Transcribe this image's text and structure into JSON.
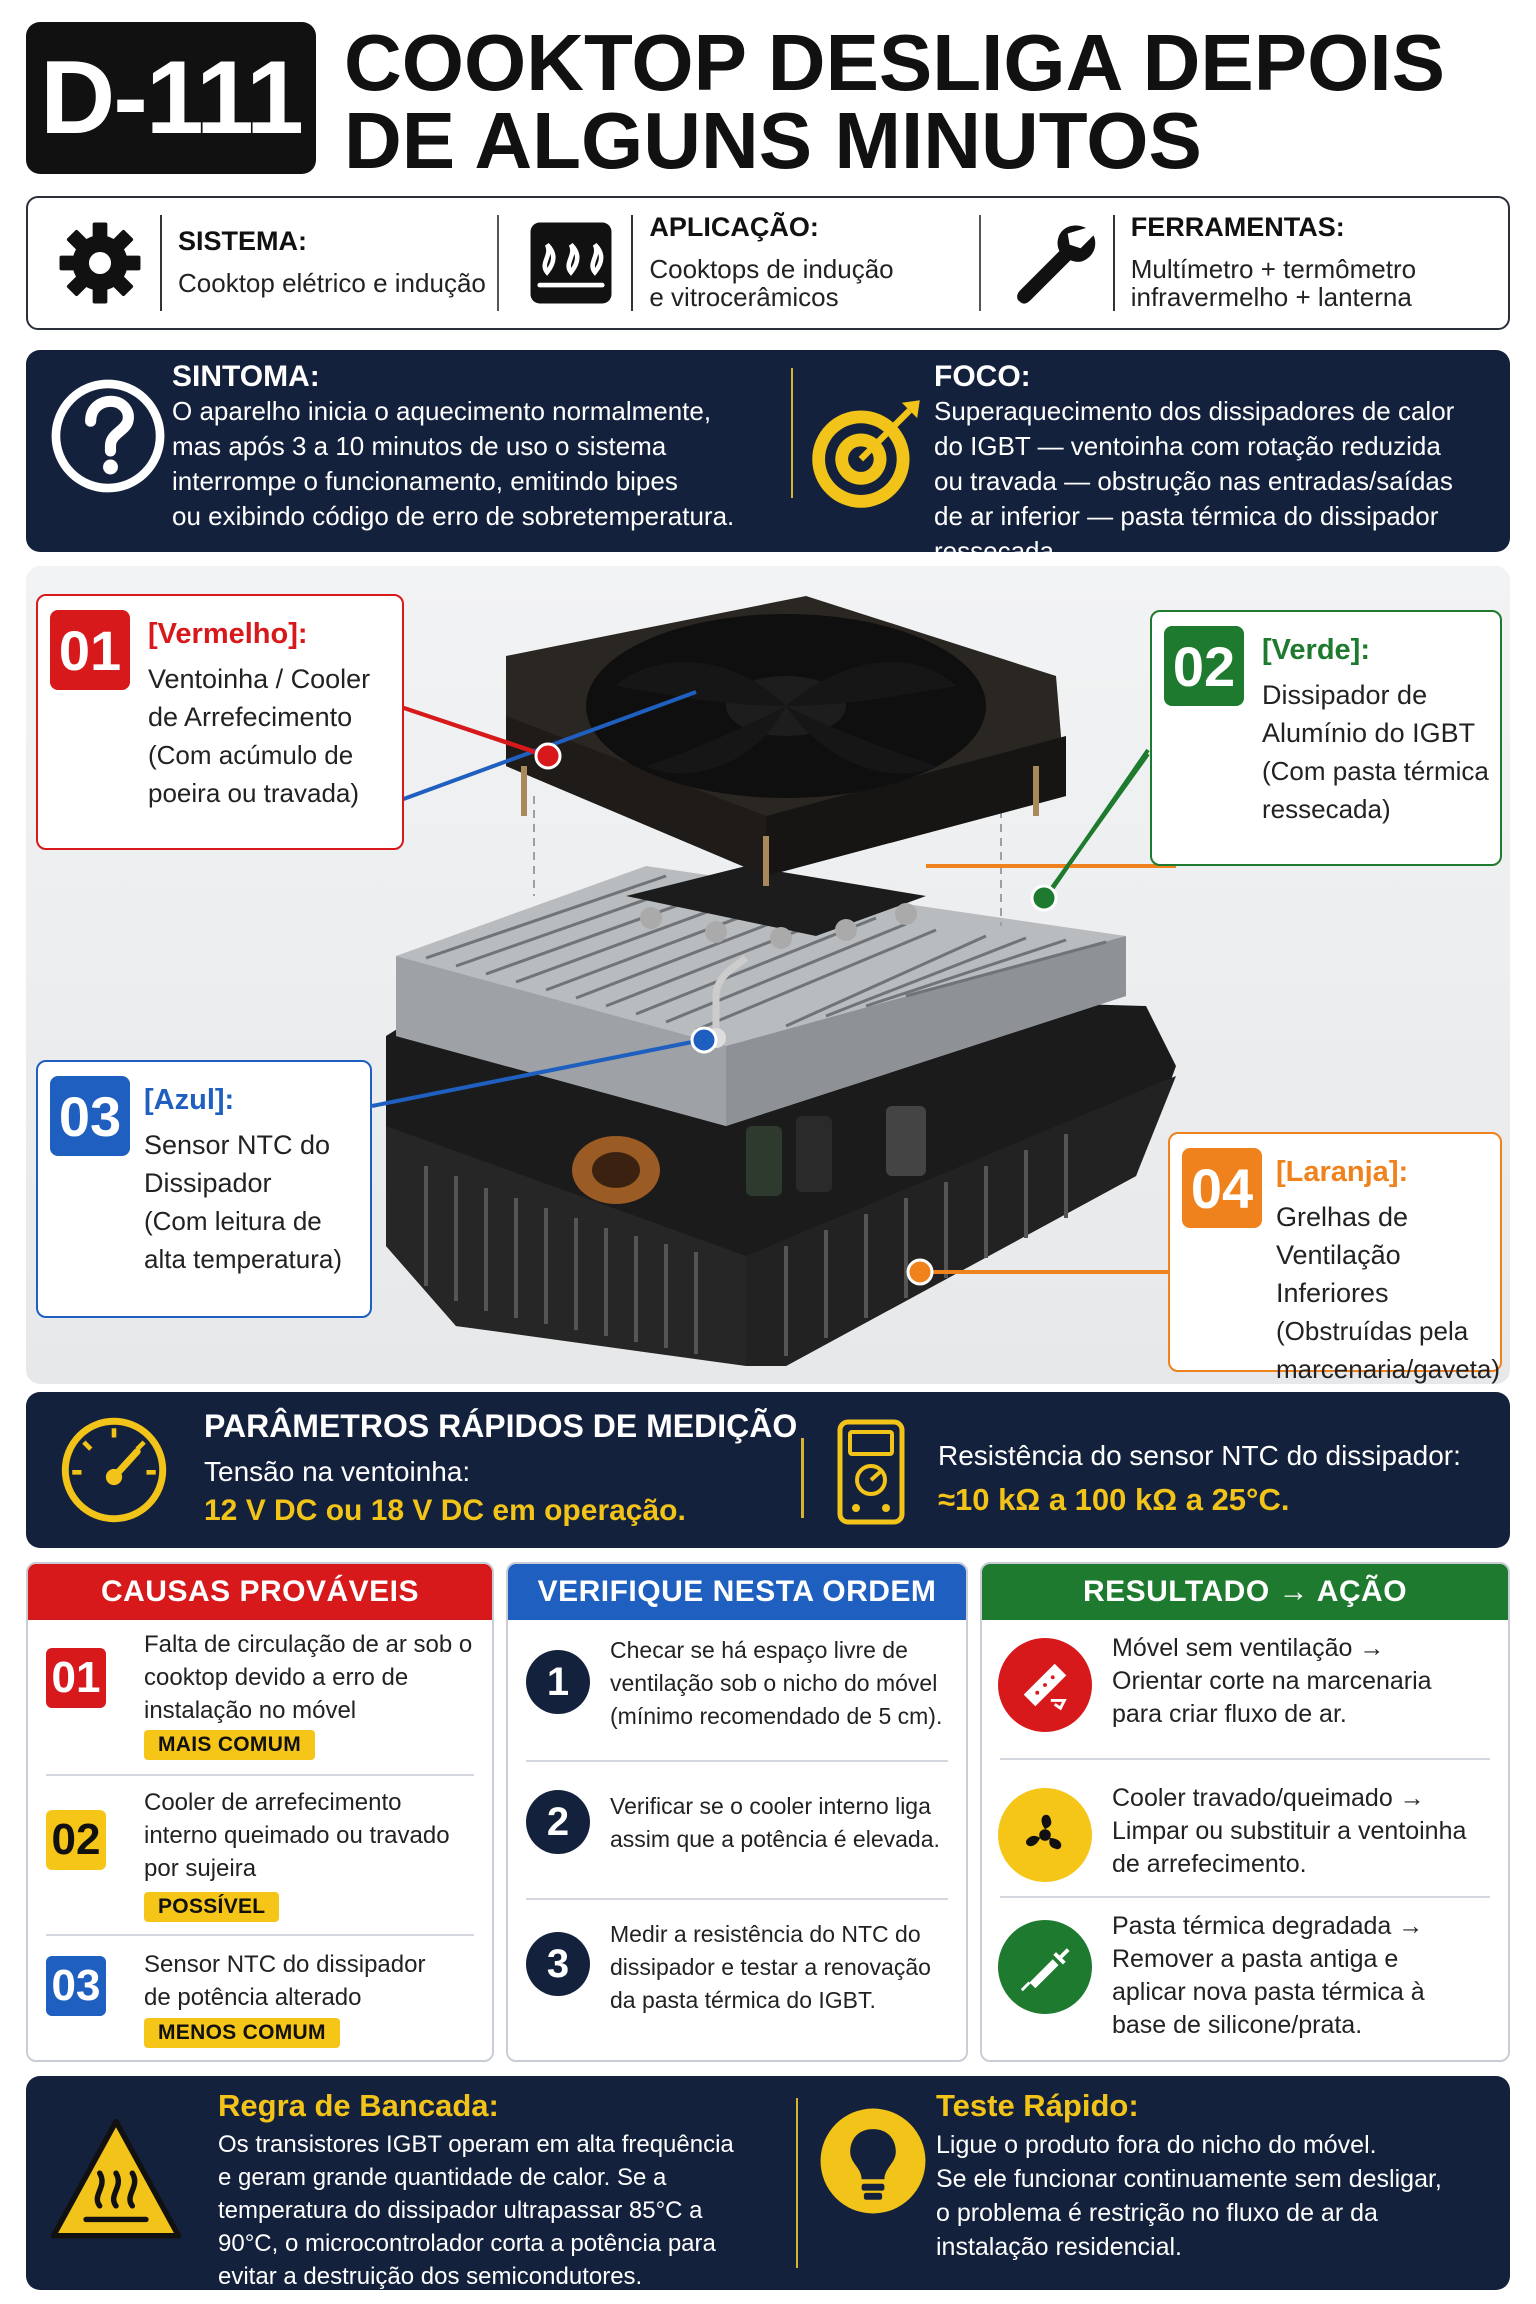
{
  "header": {
    "code": "D-111",
    "title_line1": "COOKTOP DESLIGA DEPOIS",
    "title_line2": "DE ALGUNS MINUTOS"
  },
  "info": {
    "sistema": {
      "label": "SISTEMA:",
      "value": "Cooktop elétrico e indução",
      "icon": "gear-icon"
    },
    "aplicacao": {
      "label": "APLICAÇÃO:",
      "value_line1": "Cooktops de indução",
      "value_line2": "e vitrocerâmicos",
      "icon": "cooktop-heat-icon"
    },
    "ferramentas": {
      "label": "FERRAMENTAS:",
      "value_line1": "Multímetro + termômetro",
      "value_line2": "infravermelho + lanterna",
      "icon": "wrench-icon"
    }
  },
  "sintoma": {
    "label": "SINTOMA:",
    "lines": [
      "O aparelho inicia o aquecimento normalmente,",
      "mas após 3 a 10 minutos de uso o sistema",
      "interrompe o funcionamento, emitindo bipes",
      "ou exibindo código de erro de sobretemperatura."
    ],
    "icon": "question-icon"
  },
  "foco": {
    "label": "FOCO:",
    "lines": [
      "Superaquecimento dos dissipadores de calor",
      "do IGBT — ventoinha com rotação reduzida",
      "ou travada — obstrução nas entradas/saídas",
      "de ar inferior — pasta térmica do dissipador",
      "ressecada."
    ],
    "icon": "target-icon"
  },
  "callouts": [
    {
      "num": "01",
      "color": "#d7191c",
      "title": "[Vermelho]:",
      "l1": "Ventoinha / Cooler",
      "l2": "de Arrefecimento",
      "s1": "(Com acúmulo de",
      "s2": "poeira ou travada)"
    },
    {
      "num": "02",
      "color": "#1e7a2e",
      "title": "[Verde]:",
      "l1": "Dissipador de",
      "l2": "Alumínio do IGBT",
      "s1": "(Com pasta térmica",
      "s2": "ressecada)"
    },
    {
      "num": "03",
      "color": "#1f5fbf",
      "title": "[Azul]:",
      "l1": "Sensor NTC do",
      "l2": "Dissipador",
      "s1": "(Com leitura de",
      "s2": "alta temperatura)"
    },
    {
      "num": "04",
      "color": "#f0821e",
      "title": "[Laranja]:",
      "l1": "Grelhas de",
      "l2": "Ventilação Inferiores",
      "s1": "(Obstruídas pela",
      "s2": "marcenaria/gaveta)"
    }
  ],
  "params": {
    "title": "PARÂMETROS RÁPIDOS DE MEDIÇÃO",
    "left_label": "Tensão na ventoinha:",
    "left_value": "12 V DC ou 18 V DC em operação.",
    "right_label": "Resistência do sensor NTC do dissipador:",
    "right_value": "≈10 kΩ a 100 kΩ a 25°C.",
    "icons": [
      "gauge-icon",
      "multimeter-icon"
    ]
  },
  "causas": {
    "header": "CAUSAS  PROVÁVEIS",
    "header_color": "#d7191c",
    "items": [
      {
        "num": "01",
        "l1": "Falta de circulação de ar sob o",
        "l2": "cooktop devido a erro de",
        "l3": "instalação no móvel",
        "tag": "MAIS COMUM"
      },
      {
        "num": "02",
        "l1": "Cooler de arrefecimento",
        "l2": "interno queimado ou travado",
        "l3": "por sujeira",
        "tag": "POSSÍVEL"
      },
      {
        "num": "03",
        "l1": "Sensor NTC do dissipador",
        "l2": "de potência alterado",
        "l3": "",
        "tag": "MENOS COMUM"
      }
    ]
  },
  "verifique": {
    "header": "VERIFIQUE NESTA ORDEM",
    "header_color": "#1f5fbf",
    "items": [
      {
        "num": "1",
        "l1": "Checar se há espaço livre de",
        "l2": "ventilação sob o nicho do móvel",
        "l3": "(mínimo recomendado de 5 cm)."
      },
      {
        "num": "2",
        "l1": "Verificar se o cooler interno liga",
        "l2": "assim que a potência é elevada.",
        "l3": ""
      },
      {
        "num": "3",
        "l1": "Medir a resistência do NTC do",
        "l2": "dissipador e testar a renovação",
        "l3": "da pasta térmica do IGBT."
      }
    ]
  },
  "resultado": {
    "header": "RESULTADO → AÇÃO",
    "header_color": "#1e7a2e",
    "items": [
      {
        "icon": "saw-icon",
        "color": "#d7191c",
        "l1": "Móvel sem ventilação →",
        "l2": "Orientar corte na marcenaria",
        "l3": "para criar fluxo de ar.",
        "l4": ""
      },
      {
        "icon": "fan-icon",
        "color": "#f5c518",
        "l1": "Cooler travado/queimado →",
        "l2": "Limpar ou substituir a ventoinha",
        "l3": "de arrefecimento.",
        "l4": ""
      },
      {
        "icon": "syringe-icon",
        "color": "#1e7a2e",
        "l1": "Pasta térmica degradada →",
        "l2": "Remover a pasta antiga e",
        "l3": "aplicar nova pasta térmica à",
        "l4": "base de silicone/prata."
      }
    ]
  },
  "regra": {
    "label": "Regra de Bancada:",
    "lines": [
      "Os transistores IGBT operam em alta frequência",
      "e geram grande quantidade de calor. Se a",
      "temperatura do dissipador ultrapassar 85°C a",
      "90°C, o microcontrolador corta a potência para",
      "evitar a destruição dos semicondutores."
    ],
    "icon": "hot-surface-warning-icon"
  },
  "teste": {
    "label": "Teste Rápido:",
    "lines": [
      "Ligue o produto fora do nicho do móvel.",
      "Se ele funcionar continuamente sem desligar,",
      "o problema é restrição no fluxo de ar da",
      "instalação residencial."
    ],
    "icon": "lightbulb-icon"
  }
}
